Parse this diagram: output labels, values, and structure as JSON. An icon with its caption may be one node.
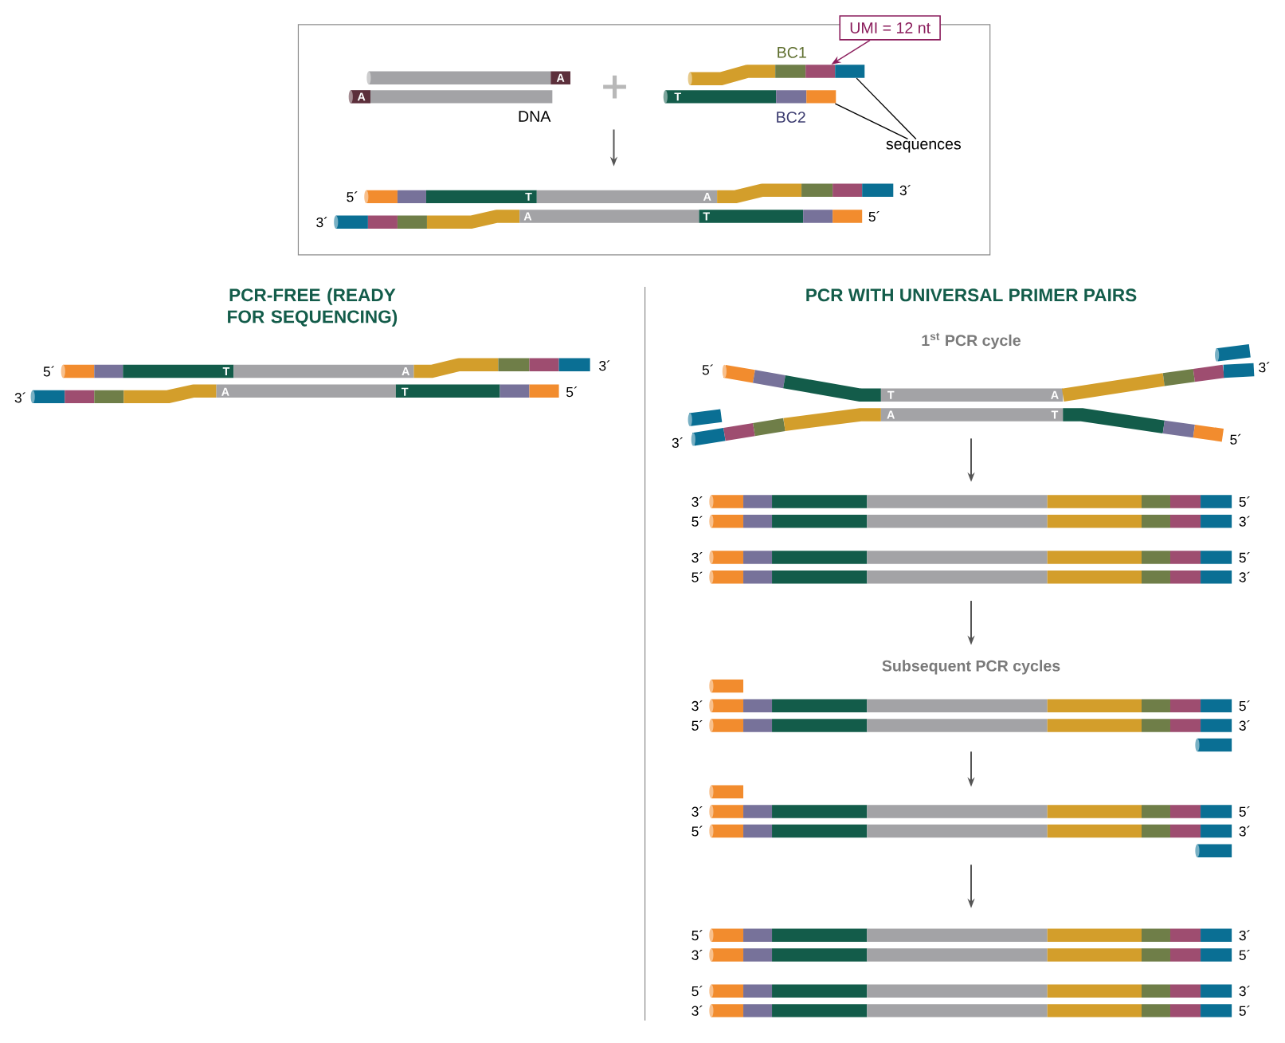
{
  "diagram": {
    "nodes": [
      {
        "text": [
          "UMI = 12 nt"
        ]
      },
      {
        "text": [],
        "shape": "bar"
      },
      {
        "text": [
          "sequences"
        ]
      },
      {
        "text": [],
        "shape": "bar"
      },
      {
        "text": [],
        "shape": "bar"
      }
    ],
    "edges": [
      {
        "from": 0,
        "to": 1,
        "arrow": "to",
        "color": "#8b1d5c"
      },
      {
        "from": 2,
        "to": 3,
        "arrow": "none"
      },
      {
        "from": 2,
        "to": 4,
        "arrow": "none"
      }
    ],
    "labels": [
      "A",
      "A",
      "BC1",
      "T",
      "DNA",
      "BC2",
      "5´",
      "T",
      "A",
      "3´",
      "3´",
      "A",
      "T",
      "5´",
      "PCR-FREE (READY FOR SEQUENCING)",
      "PCR WITH UNIVERSAL PRIMER PAIRS",
      "5´",
      "T",
      "A",
      "3´",
      "3´",
      "A",
      "T",
      "5´",
      "1$^{st}$ PCR cycle",
      "5´",
      "3´",
      "T",
      "A",
      "A",
      "T",
      "3´",
      "5´",
      "3´",
      "5´",
      "5´",
      "3´",
      "3´",
      "5´",
      "5´",
      "3´",
      "Subsequent PCR cycles",
      "3´",
      "5´",
      "5´",
      "3´",
      "3´",
      "5´",
      "5´",
      "3´",
      "5´",
      "3´",
      "3´",
      "5´",
      "5´",
      "3´",
      "3´",
      "5´"
    ]
  }
}
